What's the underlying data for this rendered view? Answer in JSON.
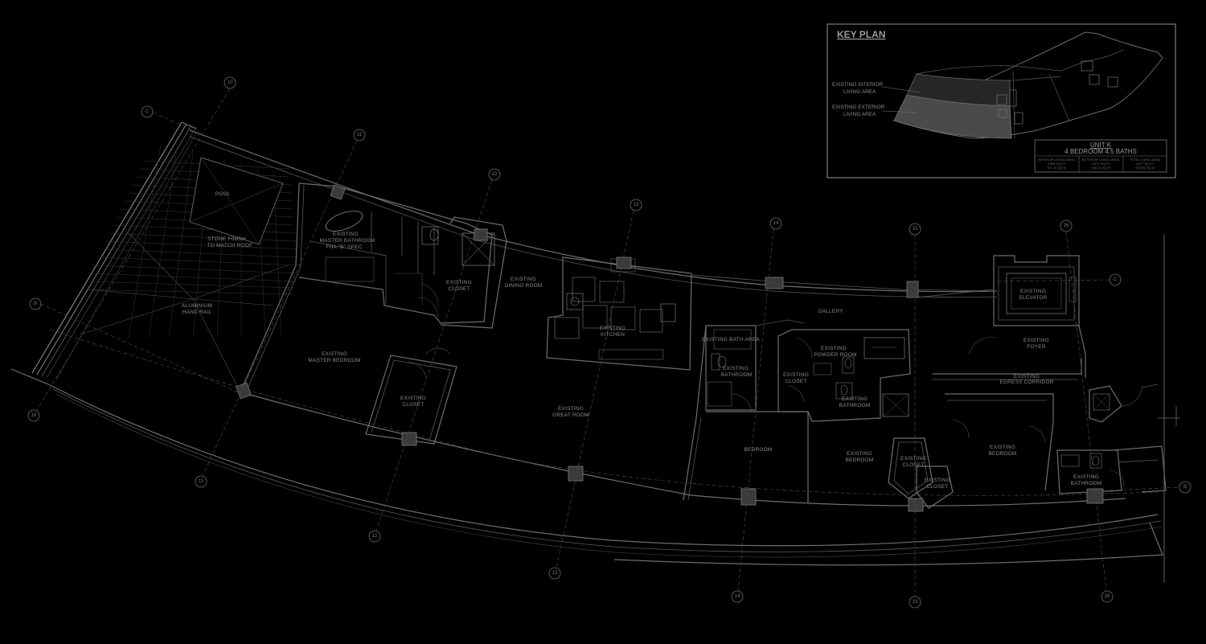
{
  "key_plan": {
    "title": "KEY PLAN",
    "legend_interior": [
      "EXISTING INTERIOR",
      "LIVING AREA"
    ],
    "legend_exterior": [
      "EXISTING EXTERIOR",
      "LIVING AREA"
    ],
    "unit_name": "UNIT K",
    "unit_desc": "4 BEDROOM 4.5 BATHS",
    "area_headers": [
      "INTERIOR LIVING AREA",
      "EXTERIOR LIVING AREA",
      "TOTAL LIVING AREA"
    ],
    "area_sqft": [
      "3,306 SQ FT",
      "1,671 SQ FT",
      "4,977 SQ FT"
    ],
    "area_sqm": [
      "307.20 SQ M",
      "168.24 SQ M",
      "475.56 SQ M"
    ]
  },
  "rooms": {
    "pool": "POOL",
    "stone_finish": [
      "STONE FINISH",
      "TO MATCH ROOF"
    ],
    "handrail": [
      "ALUMINIUM",
      "HAND RAIL"
    ],
    "master_bath": [
      "EXISTING",
      "MASTER BATHROOM",
      "FHA \"B\" SPEC"
    ],
    "closet_1": [
      "EXISTING",
      "CLOSET"
    ],
    "dining": [
      "EXISTING",
      "DINING ROOM"
    ],
    "kitchen": [
      "EXISTING",
      "KITCHEN"
    ],
    "master_bed": [
      "EXISTING",
      "MASTER BEDROOM"
    ],
    "closet_2": [
      "EXISTING",
      "CLOSET"
    ],
    "great_room": [
      "EXISTING",
      "GREAT ROOM"
    ],
    "gallery": "GALLERY",
    "bath_1": [
      "EXISTING",
      "BATHROOM"
    ],
    "bath_area": "EXISTING BATH AREA",
    "powder": [
      "EXISTING",
      "POWDER ROOM"
    ],
    "closet_3": [
      "EXISTING",
      "CLOSET"
    ],
    "bath_2": [
      "EXISTING",
      "BATHROOM"
    ],
    "bedroom": "BEDROOM",
    "bed_2": [
      "EXISTING",
      "BEDROOM"
    ],
    "closet_4": [
      "EXISTING",
      "CLOSET"
    ],
    "closet_5": [
      "EXISTING",
      "CLOSET"
    ],
    "bed_3": [
      "EXISTING",
      "BEDROOM"
    ],
    "elevator": [
      "EXISTING",
      "ELEVATOR"
    ],
    "foyer": [
      "EXISTING",
      "FOYER"
    ],
    "egress": [
      "EXISTING",
      "EGRESS CORRIDOR"
    ],
    "bath_3": [
      "EXISTING",
      "BATHROOM"
    ]
  },
  "grid_labels": {
    "c_left": "C",
    "c_right": "C",
    "b_left": "B",
    "b_right": "B",
    "g10_top": "10",
    "g10_bot": "10",
    "g11_top": "11",
    "g11_bot": "11",
    "g12_top": "12",
    "g12_bot": "12",
    "g13_top": "13",
    "g13_bot": "13",
    "g14_top": "14",
    "g14_bot": "14",
    "g15_top": "15",
    "g15_bot": "15",
    "g16_top": "16",
    "g16_bot": "16"
  }
}
